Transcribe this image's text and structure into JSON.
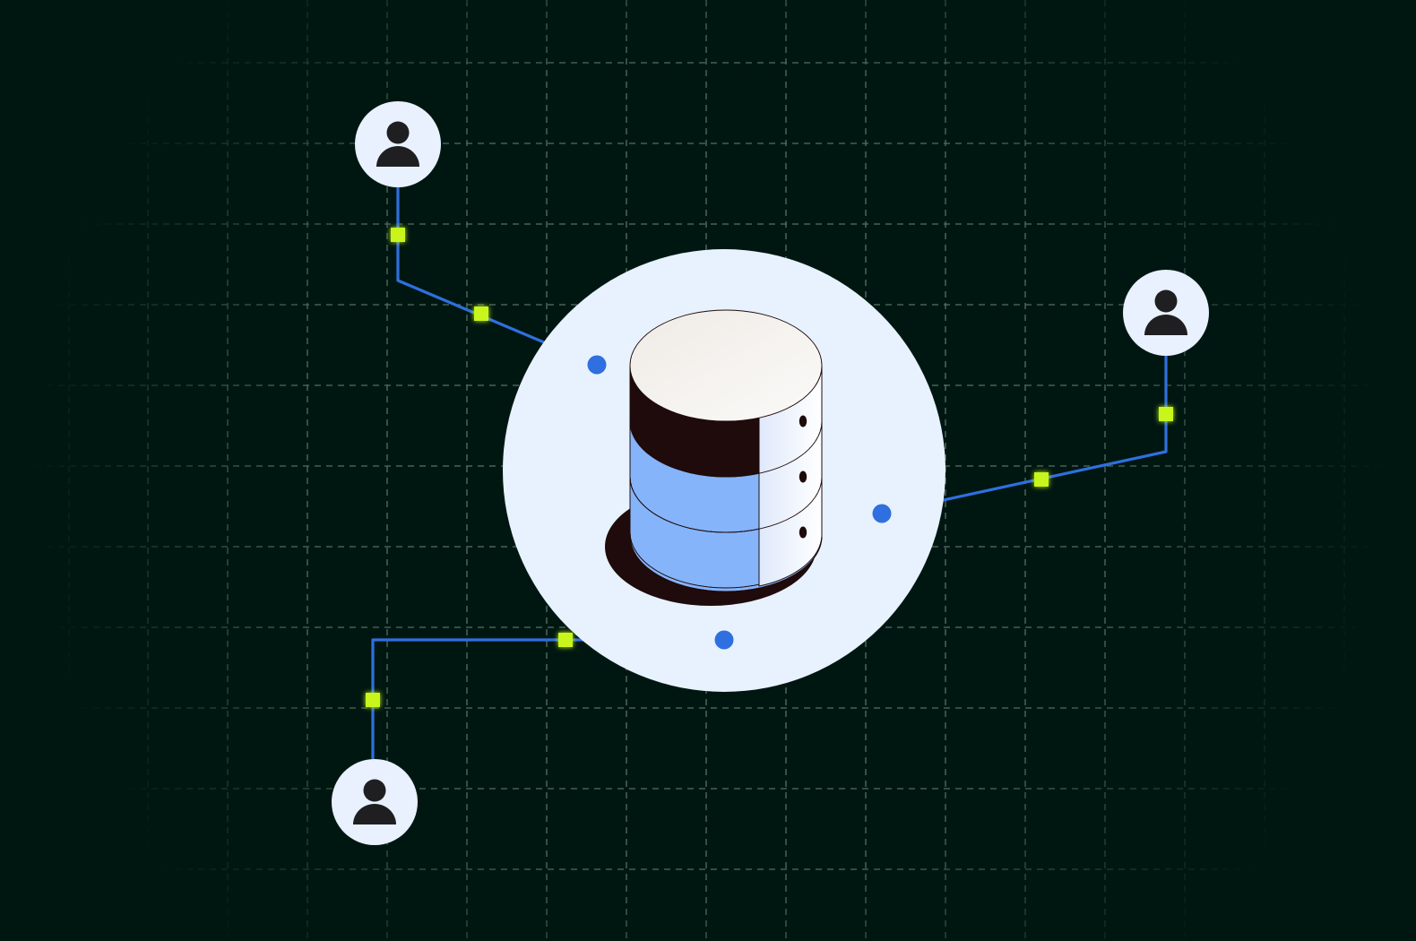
{
  "colors": {
    "background": "#001711",
    "grid": "#5f7a70",
    "connector": "#2f6fe0",
    "node": "#e8f1fd",
    "junction": "#c8f51c",
    "hub": "#e8f2fe",
    "db_top": "#f4f1ec",
    "db_dark": "#1f0b0b",
    "db_blue": "#85b4fb",
    "db_face": "#f2f7ff",
    "person": "#1f1f22"
  },
  "icons": {
    "user": "user-icon",
    "database": "database-icon",
    "link_dot": "connection-dot-icon",
    "junction": "junction-square-icon"
  },
  "diagram": {
    "hub": {
      "name": "database-hub",
      "icon": "database-icon"
    },
    "users": [
      {
        "name": "user-node-top-left",
        "icon": "user-icon"
      },
      {
        "name": "user-node-right",
        "icon": "user-icon"
      },
      {
        "name": "user-node-bottom-left",
        "icon": "user-icon"
      }
    ],
    "connections": [
      {
        "from": "user-node-top-left",
        "to": "database-hub",
        "junctions": 2
      },
      {
        "from": "user-node-right",
        "to": "database-hub",
        "junctions": 2
      },
      {
        "from": "user-node-bottom-left",
        "to": "database-hub",
        "junctions": 2
      }
    ]
  }
}
